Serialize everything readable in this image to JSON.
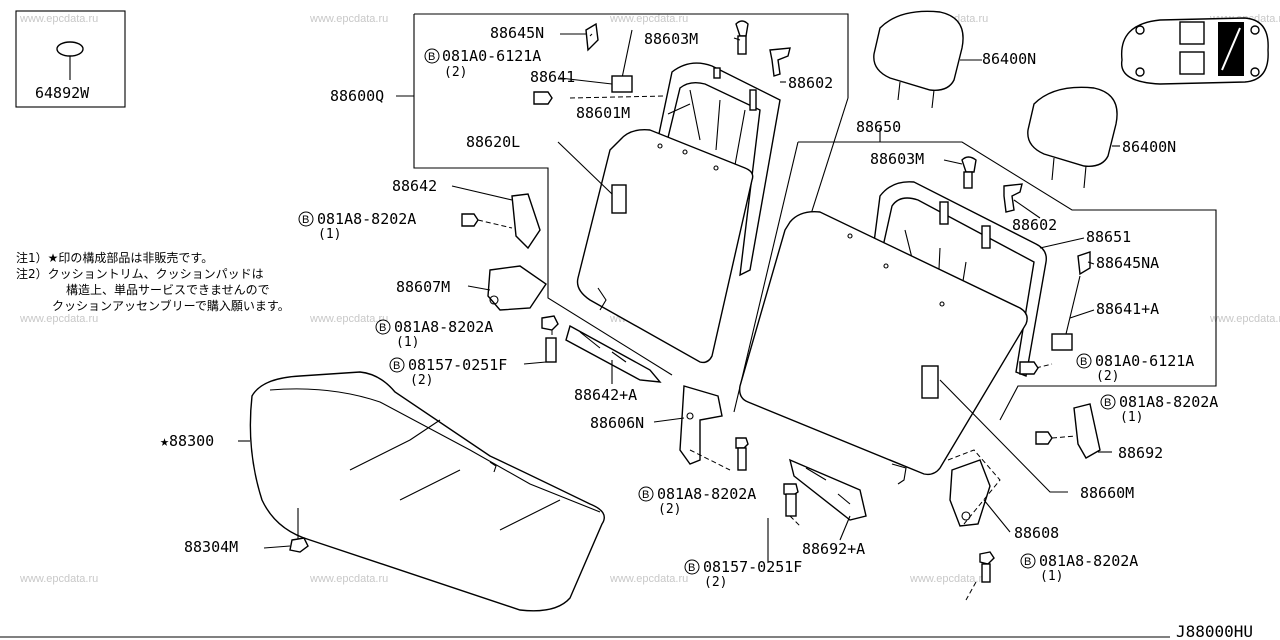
{
  "watermark": "www.epcdata.ru",
  "diagram_code": "J88000HU",
  "notes": [
    "注1）★印の構成部品は非販売です。",
    "注2）クッショントリム、クッションパッドは",
    "構造上、単品サービスできませんので",
    "クッションアッセンブリーで購入願います。"
  ],
  "labels": {
    "p64892w": "64892W",
    "p88645n": "88645N",
    "p88603m_a": "88603M",
    "b081a0_a": "081A0-6121A",
    "q2_a": "(2)",
    "p88641": "88641",
    "p88602_a": "88602",
    "p88600q": "88600Q",
    "p88601m": "88601M",
    "p88620l": "88620L",
    "p88642": "88642",
    "b081a8_a": "081A8-8202A",
    "q1_a": "(1)",
    "p88607m": "88607M",
    "b081a8_b": "081A8-8202A",
    "q1_b": "(1)",
    "b08157_a": "08157-0251F",
    "q2_b": "(2)",
    "p88642a": "88642+A",
    "p88300": "★88300",
    "p88606n": "88606N",
    "b081a8_c": "081A8-8202A",
    "q2_c": "(2)",
    "p88304m": "88304M",
    "b08157_b": "08157-0251F",
    "q2_d": "(2)",
    "p88692a": "88692+A",
    "p86400n_a": "86400N",
    "p86400n_b": "86400N",
    "p88650": "88650",
    "p88603m_b": "88603M",
    "p88602_b": "88602",
    "p88651": "88651",
    "p88645na": "88645NA",
    "p88641a": "88641+A",
    "b081a0_b": "081A0-6121A",
    "q2_e": "(2)",
    "b081a8_d": "081A8-8202A",
    "q1_d": "(1)",
    "p88692": "88692",
    "p88660m": "88660M",
    "p88608": "88608",
    "b081a8_e": "081A8-8202A",
    "q1_e": "(1)"
  },
  "bolt_marker": "B"
}
